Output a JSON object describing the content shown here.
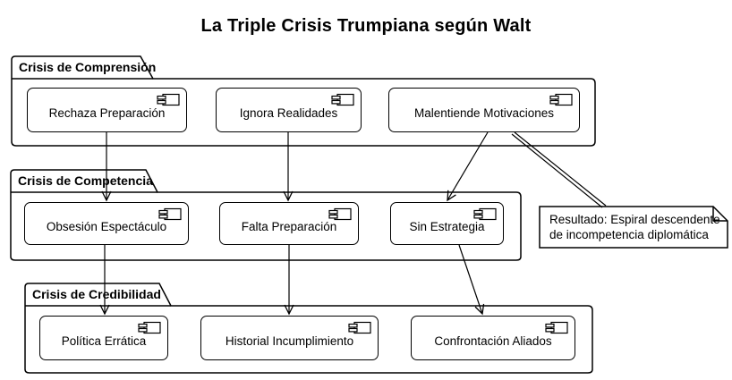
{
  "title": "La Triple Crisis Trumpiana según Walt",
  "packages": [
    {
      "label": "Crisis de Comprensión",
      "components": [
        "Rechaza Preparación",
        "Ignora Realidades",
        "Malentiende Motivaciones"
      ]
    },
    {
      "label": "Crisis de Competencia",
      "components": [
        "Obsesión Espectáculo",
        "Falta Preparación",
        "Sin Estrategia"
      ]
    },
    {
      "label": "Crisis de Credibilidad",
      "components": [
        "Política Errática",
        "Historial Incumplimiento",
        "Confrontación Aliados"
      ]
    }
  ],
  "note": {
    "line1": "Resultado: Espiral descendente",
    "line2": "de incompetencia diplomática"
  },
  "edges": [
    {
      "from": "Rechaza Preparación",
      "to": "Obsesión Espectáculo",
      "style": "arrow"
    },
    {
      "from": "Ignora Realidades",
      "to": "Falta Preparación",
      "style": "arrow"
    },
    {
      "from": "Malentiende Motivaciones",
      "to": "Sin Estrategia",
      "style": "arrow"
    },
    {
      "from": "Obsesión Espectáculo",
      "to": "Política Errática",
      "style": "arrow"
    },
    {
      "from": "Falta Preparación",
      "to": "Historial Incumplimiento",
      "style": "arrow"
    },
    {
      "from": "Sin Estrategia",
      "to": "Confrontación Aliados",
      "style": "arrow"
    },
    {
      "from": "Malentiende Motivaciones",
      "to": "Resultado note",
      "style": "double-line"
    }
  ],
  "colors": {
    "stroke": "#000000",
    "background": "#ffffff",
    "node_fill": "#ffffff",
    "text": "#000000"
  }
}
